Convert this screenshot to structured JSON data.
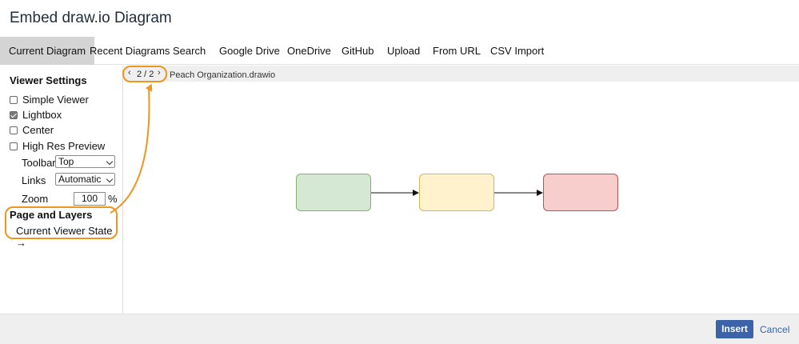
{
  "dialog": {
    "title": "Embed draw.io Diagram"
  },
  "tabs": [
    {
      "label": "Current Diagram",
      "active": true
    },
    {
      "label": "Recent Diagrams"
    },
    {
      "label": "Search"
    },
    {
      "label": "Google Drive"
    },
    {
      "label": "OneDrive"
    },
    {
      "label": "GitHub"
    },
    {
      "label": "Upload"
    },
    {
      "label": "From URL"
    },
    {
      "label": "CSV Import"
    }
  ],
  "sidebar": {
    "viewer_settings_heading": "Viewer Settings",
    "checkboxes": [
      {
        "label": "Simple Viewer",
        "checked": false
      },
      {
        "label": "Lightbox",
        "checked": true
      },
      {
        "label": "Center",
        "checked": false
      },
      {
        "label": "High Res Preview",
        "checked": false
      }
    ],
    "toolbar_label": "Toolbar",
    "toolbar_value": "Top",
    "links_label": "Links",
    "links_value": "Automatic",
    "zoom_label": "Zoom",
    "zoom_value": "100",
    "zoom_unit": "%",
    "page_layers_heading": "Page and Layers",
    "current_viewer_state": "Current Viewer State →"
  },
  "pager": {
    "prev": "‹",
    "count": "2 / 2",
    "next": "›",
    "file_name": "Peach Organization.drawio"
  },
  "diagram": {
    "nodes": [
      {
        "fill": "#d5e8d4",
        "stroke": "#82b366"
      },
      {
        "fill": "#fff2cc",
        "stroke": "#d6b656"
      },
      {
        "fill": "#f8cecc",
        "stroke": "#b85450"
      }
    ]
  },
  "footer": {
    "insert_label": "Insert",
    "cancel_label": "Cancel"
  },
  "colors": {
    "highlight": "#f0951e",
    "accent": "#3a63a8"
  }
}
